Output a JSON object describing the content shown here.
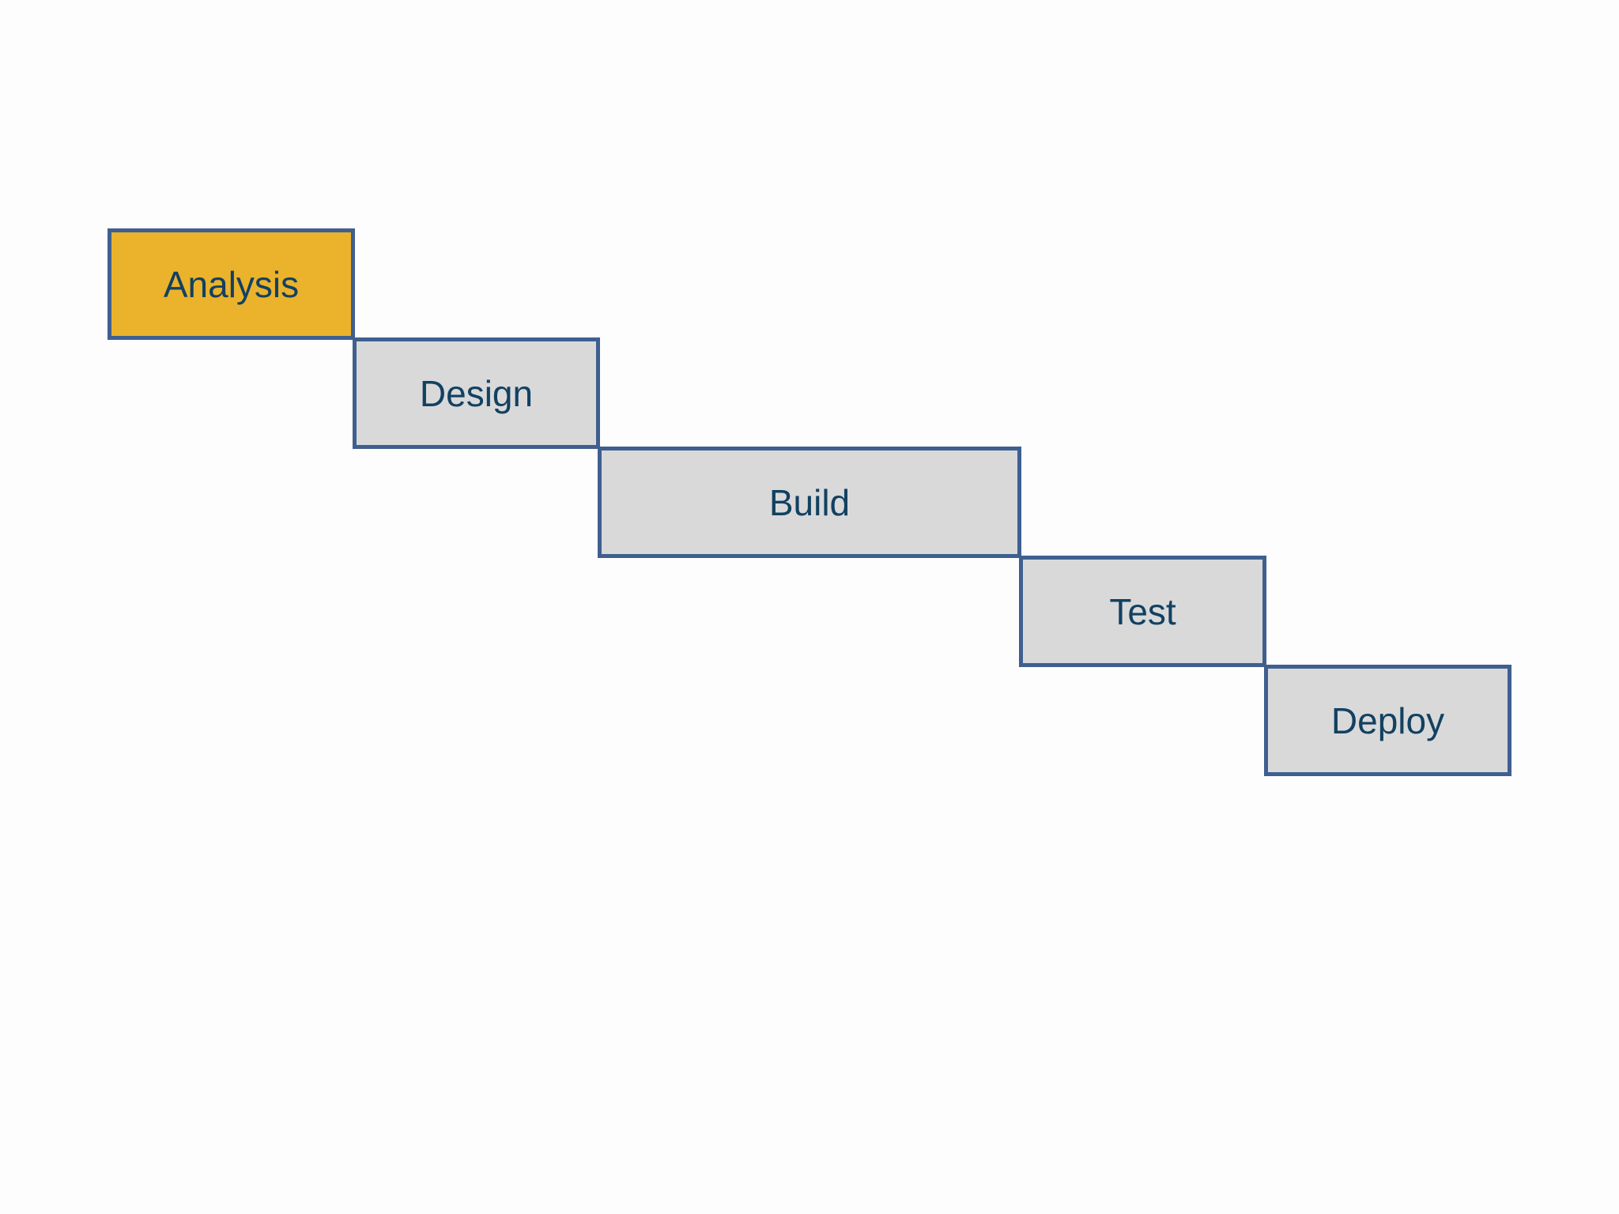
{
  "colors": {
    "active_fill": "#ebb22c",
    "inactive_fill": "#d9d9da",
    "border": "#3f5f8f",
    "text": "#124161"
  },
  "steps": [
    {
      "label": "Analysis",
      "active": true
    },
    {
      "label": "Design",
      "active": false
    },
    {
      "label": "Build",
      "active": false
    },
    {
      "label": "Test",
      "active": false
    },
    {
      "label": "Deploy",
      "active": false
    }
  ]
}
